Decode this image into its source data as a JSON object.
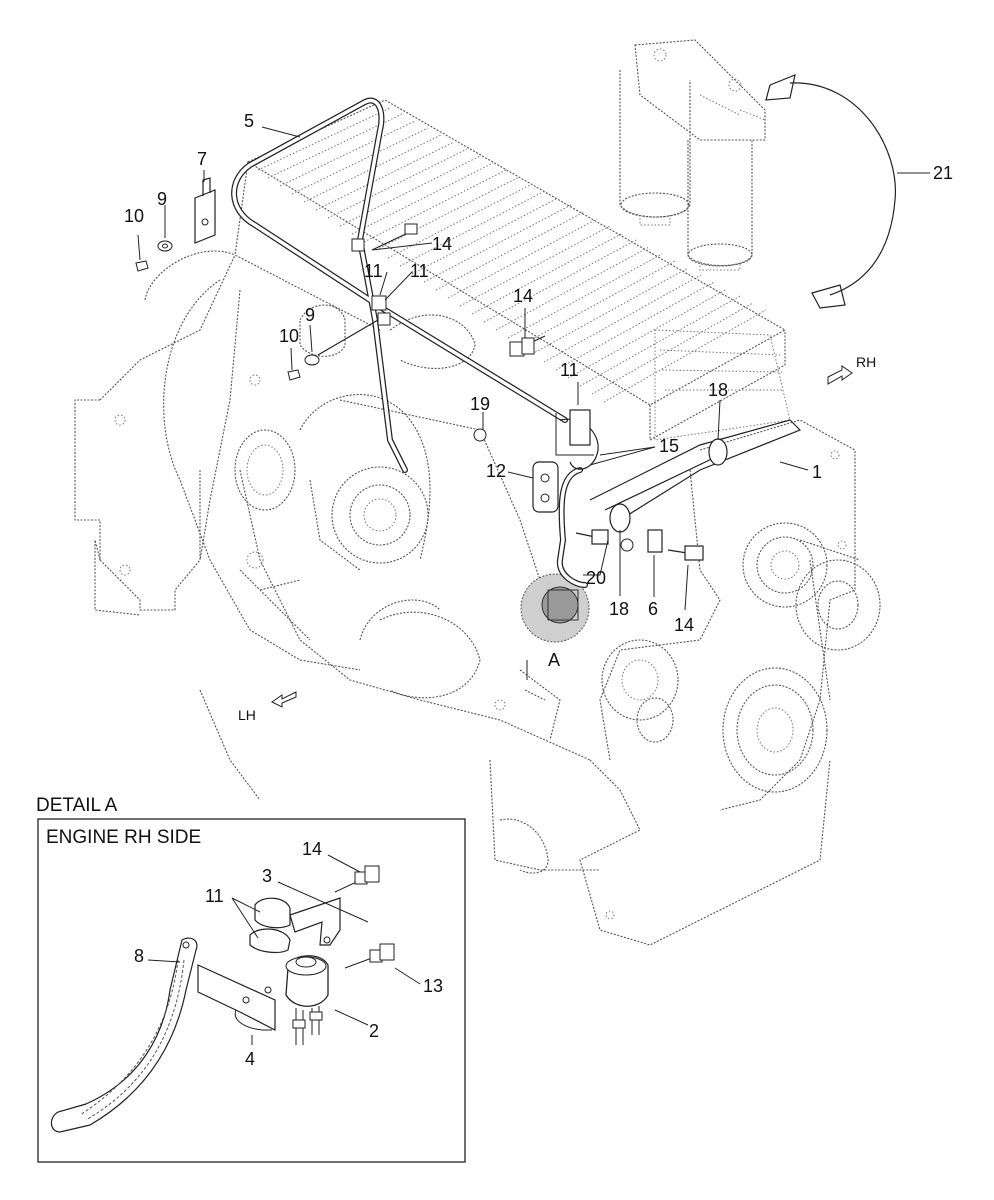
{
  "callouts": {
    "c1": "1",
    "c5": "5",
    "c6": "6",
    "c7": "7",
    "c9a": "9",
    "c9b": "9",
    "c10a": "10",
    "c10b": "10",
    "c11a": "11",
    "c11b": "11",
    "c11c": "11",
    "c12": "12",
    "c14a": "14",
    "c14b": "14",
    "c14c": "14",
    "c15": "15",
    "c18a": "18",
    "c18b": "18",
    "c19": "19",
    "c20": "20",
    "c21": "21",
    "cA": "A"
  },
  "orientation": {
    "rh": "RH",
    "lh": "LH"
  },
  "detail": {
    "title": "DETAIL A",
    "subtitle": "ENGINE RH SIDE",
    "callouts": {
      "d2": "2",
      "d3": "3",
      "d4": "4",
      "d8": "8",
      "d11": "11",
      "d13": "13",
      "d14": "14"
    }
  }
}
